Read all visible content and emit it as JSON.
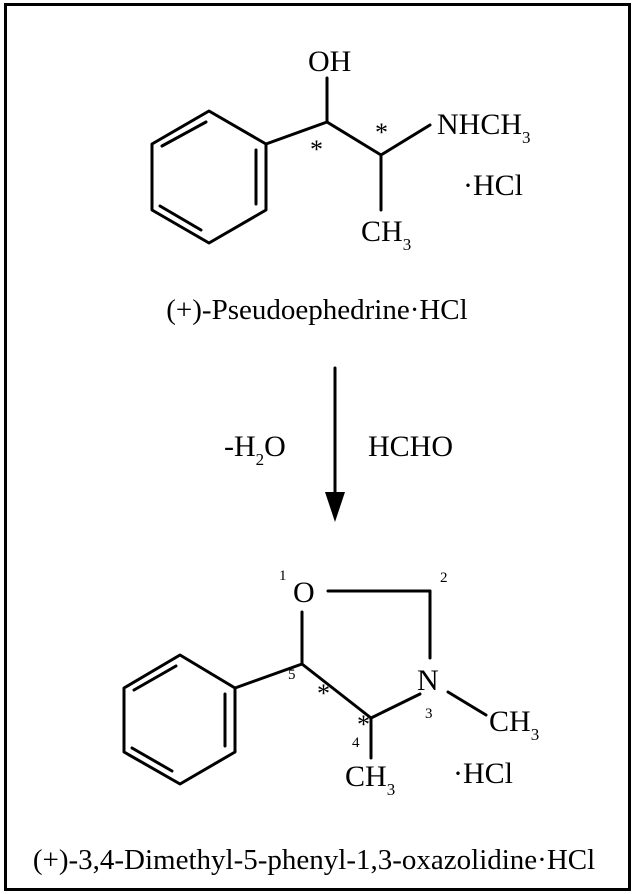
{
  "reactant": {
    "oh_label": "OH",
    "nhch3_label": "NHCH",
    "nhch3_sub": "3",
    "ch3_label": "CH",
    "ch3_sub": "3",
    "hcl_label": "·HCl",
    "star1": "*",
    "star2": "*",
    "name": "(+)-Pseudoephedrine·HCl"
  },
  "reaction": {
    "left_label_pre": "-H",
    "left_label_sub": "2",
    "left_label_post": "O",
    "right_label": "HCHO"
  },
  "product": {
    "o_label": "O",
    "n_label": "N",
    "ch3_n_label": "CH",
    "ch3_n_sub": "3",
    "ch3_c4_label": "CH",
    "ch3_c4_sub": "3",
    "hcl_label": "·HCl",
    "star1": "*",
    "star2": "*",
    "pos1": "1",
    "pos2": "2",
    "pos3": "3",
    "pos4": "4",
    "pos5": "5",
    "name": "(+)-3,4-Dimethyl-5-phenyl-1,3-oxazolidine·HCl"
  }
}
